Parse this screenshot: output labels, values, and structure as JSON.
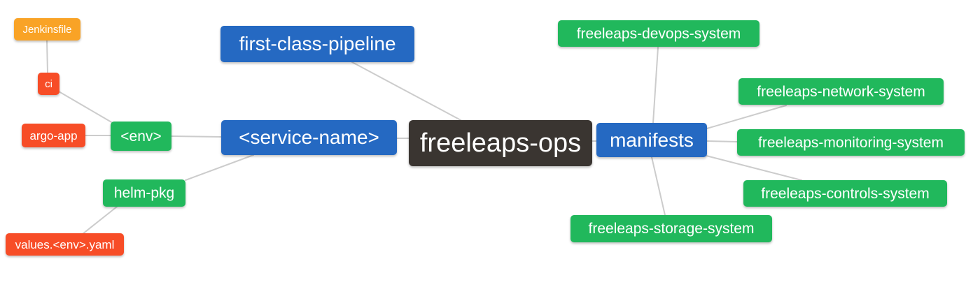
{
  "diagram": {
    "type": "mindmap",
    "root": "freeleaps-ops",
    "background": "#ffffff"
  },
  "colors": {
    "orange": "#F9A326",
    "red": "#F74D27",
    "green": "#21B85C",
    "blue": "#2569C2",
    "dark": "#3A3531",
    "edge": "#CCCCCC",
    "node_text": "#FFFFFF"
  },
  "nodes": {
    "jenkinsfile": {
      "label": "Jenkinsfile",
      "color": "orange"
    },
    "ci": {
      "label": "ci",
      "color": "red"
    },
    "argo_app": {
      "label": "argo-app",
      "color": "red"
    },
    "env": {
      "label": "<env>",
      "color": "green"
    },
    "helm_pkg": {
      "label": "helm-pkg",
      "color": "green"
    },
    "values_env_yaml": {
      "label": "values.<env>.yaml",
      "color": "red"
    },
    "first_class_pipeline": {
      "label": "first-class-pipeline",
      "color": "blue"
    },
    "service_name": {
      "label": "<service-name>",
      "color": "blue"
    },
    "freeleaps_ops": {
      "label": "freeleaps-ops",
      "color": "dark"
    },
    "manifests": {
      "label": "manifests",
      "color": "blue"
    },
    "devops": {
      "label": "freeleaps-devops-system",
      "color": "green"
    },
    "network": {
      "label": "freeleaps-network-system",
      "color": "green"
    },
    "monitoring": {
      "label": "freeleaps-monitoring-system",
      "color": "green"
    },
    "controls": {
      "label": "freeleaps-controls-system",
      "color": "green"
    },
    "storage": {
      "label": "freeleaps-storage-system",
      "color": "green"
    }
  },
  "edges": [
    {
      "from": "jenkinsfile",
      "to": "ci"
    },
    {
      "from": "ci",
      "to": "env"
    },
    {
      "from": "argo_app",
      "to": "env"
    },
    {
      "from": "env",
      "to": "service_name"
    },
    {
      "from": "service_name",
      "to": "helm_pkg"
    },
    {
      "from": "helm_pkg",
      "to": "values_env_yaml"
    },
    {
      "from": "first_class_pipeline",
      "to": "freeleaps_ops"
    },
    {
      "from": "service_name",
      "to": "freeleaps_ops"
    },
    {
      "from": "freeleaps_ops",
      "to": "manifests"
    },
    {
      "from": "manifests",
      "to": "devops"
    },
    {
      "from": "manifests",
      "to": "network"
    },
    {
      "from": "manifests",
      "to": "monitoring"
    },
    {
      "from": "manifests",
      "to": "controls"
    },
    {
      "from": "manifests",
      "to": "storage"
    }
  ]
}
